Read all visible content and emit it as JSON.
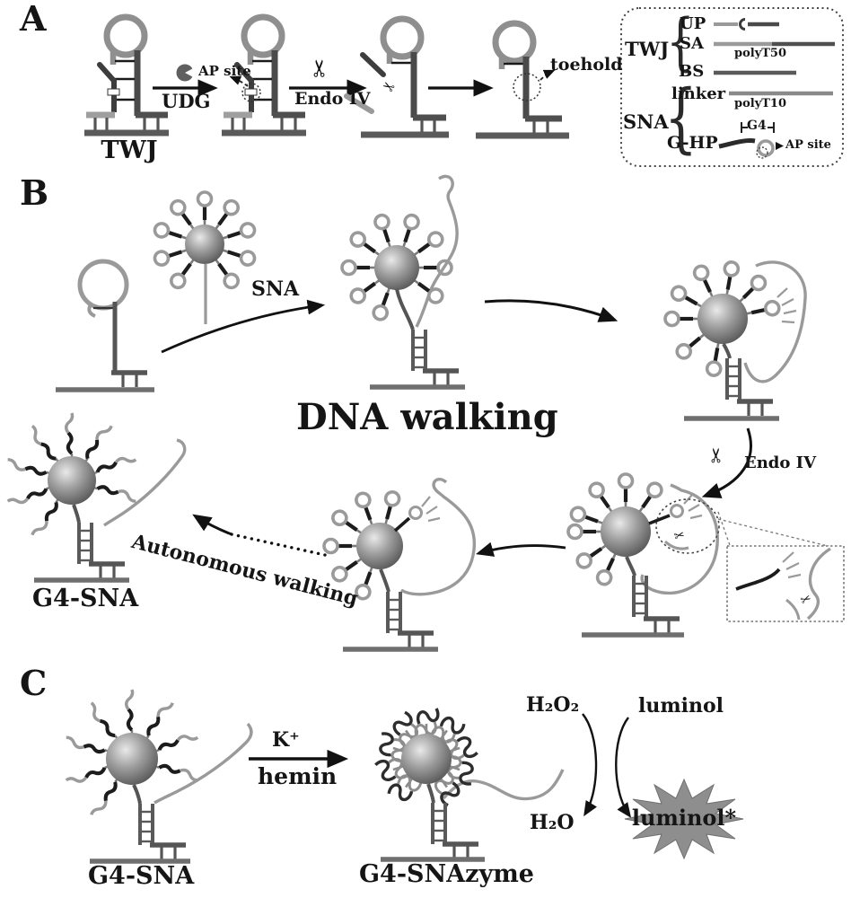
{
  "figure": {
    "panel_a": {
      "label": "A",
      "structure_label": "TWJ",
      "udg": "UDG",
      "ap_site": "AP site",
      "endo_iv": "Endo IV",
      "toehold": "toehold",
      "legend": {
        "group1": "TWJ",
        "up": "UP",
        "sa": "SA",
        "bs": "BS",
        "polyt50": "polyT50",
        "group2": "SNA",
        "linker": "linker",
        "polyt10": "polyT10",
        "g_hp": "G-HP",
        "g4": "G4",
        "ap_site": "AP site"
      }
    },
    "panel_b": {
      "label": "B",
      "sna": "SNA",
      "dna_walking": "DNA walking",
      "endo_iv": "Endo IV",
      "autonomous_walking": "Autonomous walking",
      "g4_sna": "G4-SNA"
    },
    "panel_c": {
      "label": "C",
      "g4_sna": "G4-SNA",
      "k_plus": "K⁺",
      "hemin": "hemin",
      "g4_snazyme": "G4-SNAzyme",
      "h2o2": "H₂O₂",
      "luminol": "luminol",
      "h2o": "H₂O",
      "luminol_excited": "luminol*"
    },
    "icons": {
      "scissors": "✂",
      "brace": "{"
    }
  }
}
